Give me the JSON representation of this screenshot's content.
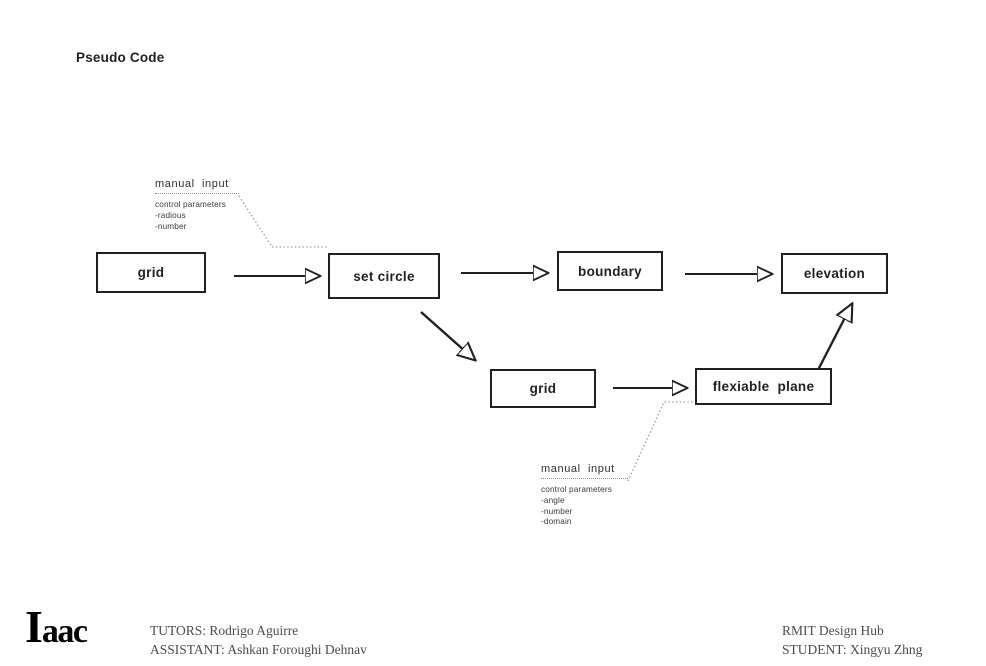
{
  "page": {
    "title": "Pseudo Code"
  },
  "diagram": {
    "nodes": [
      {
        "id": "grid-1",
        "label": "grid"
      },
      {
        "id": "set-circle",
        "label": "set circle"
      },
      {
        "id": "boundary",
        "label": "boundary"
      },
      {
        "id": "elevation",
        "label": "elevation"
      },
      {
        "id": "grid-2",
        "label": "grid"
      },
      {
        "id": "flexiable-plane",
        "label": "flexiable  plane"
      }
    ],
    "annotations": [
      {
        "id": "manual-input-top",
        "headline": "manual  input",
        "lines": "control parameters\n-radious\n-number"
      },
      {
        "id": "manual-input-bottom",
        "headline": "manual  input",
        "lines": "control parameters\n-angle\n-number\n-domain"
      }
    ],
    "edges": [
      {
        "from": "grid-1",
        "to": "set-circle",
        "style": "solid-arrow"
      },
      {
        "from": "set-circle",
        "to": "boundary",
        "style": "solid-arrow"
      },
      {
        "from": "boundary",
        "to": "elevation",
        "style": "solid-arrow"
      },
      {
        "from": "set-circle",
        "to": "grid-2",
        "style": "solid-arrow-diagonal"
      },
      {
        "from": "grid-2",
        "to": "flexiable-plane",
        "style": "solid-arrow"
      },
      {
        "from": "flexiable-plane",
        "to": "elevation",
        "style": "solid-arrow-diagonal"
      },
      {
        "from": "manual-input-top",
        "to": "set-circle",
        "style": "dotted-leader"
      },
      {
        "from": "manual-input-bottom",
        "to": "flexiable-plane",
        "style": "dotted-leader"
      }
    ]
  },
  "footer": {
    "logo_big": "I",
    "logo_small": "aac",
    "left_text": "TUTORS: Rodrigo Aguirre\nASSISTANT: Ashkan Foroughi Dehnav",
    "right_text": "RMIT Design Hub\nSTUDENT: Xingyu Zhng"
  },
  "colors": {
    "ink": "#231f20",
    "leader": "#8b8b8b",
    "footer_text": "#4b4b4b",
    "background": "#ffffff"
  }
}
